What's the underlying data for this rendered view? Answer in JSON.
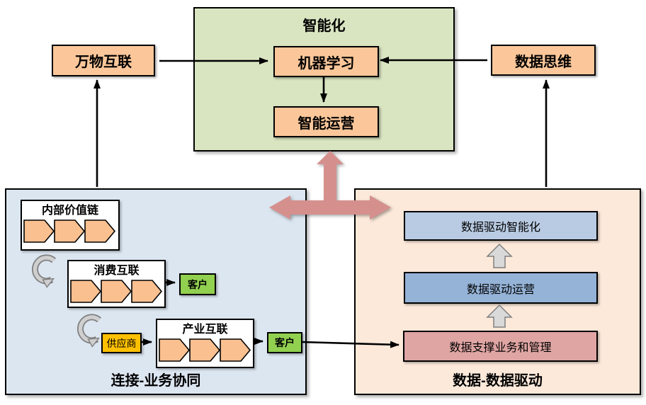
{
  "intelligence_panel": {
    "title": "智能化",
    "machine_learning": "机器学习",
    "smart_operations": "智能运营"
  },
  "iot_box": {
    "label": "万物互联"
  },
  "data_thinking_box": {
    "label": "数据思维"
  },
  "connection_panel": {
    "label": "连接-业务协同",
    "internal_value_chain": {
      "title": "内部价值链"
    },
    "consumer_internet": {
      "title": "消费互联",
      "customer": "客户"
    },
    "industrial_internet": {
      "title": "产业互联",
      "supplier": "供应商",
      "customer": "客户"
    }
  },
  "data_panel": {
    "label": "数据-数据驱动",
    "levels": [
      {
        "label": "数据驱动智能化"
      },
      {
        "label": "数据驱动运营"
      },
      {
        "label": "数据支撑业务和管理"
      }
    ]
  },
  "colors": {
    "panel_green": "#d9e5c1",
    "panel_blue": "#dce6f1",
    "panel_peach": "#fce9da",
    "box_orange": "#fbc79a",
    "chevron_orange": "#fac090",
    "customer_green": "#92d050",
    "supplier_yellow": "#ffc000",
    "level_blue_light": "#b9cbe3",
    "level_blue": "#95b3d7",
    "level_pink": "#dfa5a3",
    "cross_arrow": "#d5908e",
    "block_arrow_gray": "#d9d9d9"
  }
}
